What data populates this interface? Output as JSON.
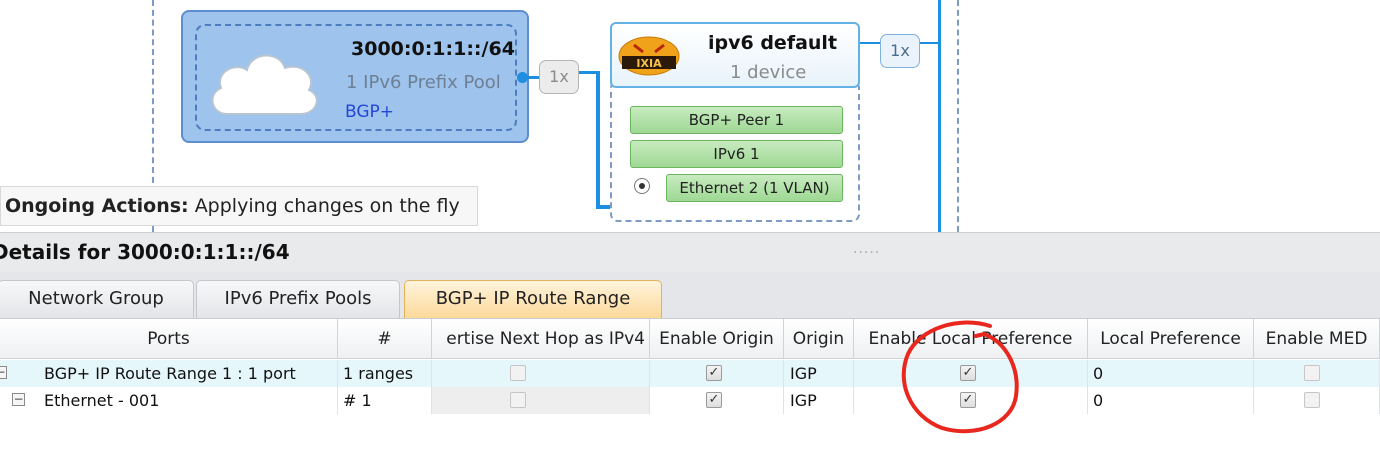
{
  "canvas": {
    "network_group": {
      "title": "3000:0:1:1::/64",
      "subtitle": "1 IPv6 Prefix Pool",
      "protocol": "BGP+",
      "multiplier": "1x",
      "icon": "cloud-icon"
    },
    "device_group": {
      "title": "ipv6 default",
      "subtitle": "1 device",
      "logo": "IXIA",
      "multiplier": "1x",
      "stacks": [
        "BGP+ Peer 1",
        "IPv6 1",
        "Ethernet 2 (1 VLAN)"
      ]
    }
  },
  "ongoing": {
    "label": "Ongoing Actions:",
    "text": "Applying changes on the fly"
  },
  "details": {
    "title": "Details for 3000:0:1:1::/64",
    "grip": "....."
  },
  "tabs": [
    {
      "label": "Network Group",
      "active": false
    },
    {
      "label": "IPv6 Prefix Pools",
      "active": false
    },
    {
      "label": "BGP+ IP Route Range",
      "active": true
    }
  ],
  "grid": {
    "columns": [
      "Ports",
      "#",
      "ertise Next Hop as IPv4",
      "Enable Origin",
      "Origin",
      "Enable Local Preference",
      "Local Preference",
      "Enable MED"
    ],
    "rows": [
      {
        "expander": "−",
        "ports": "BGP+ IP Route Range 1 : 1 port",
        "count": "1 ranges",
        "advertise_next_hop_ipv4": false,
        "enable_origin": true,
        "origin": "IGP",
        "enable_local_preference": true,
        "local_preference": "0",
        "enable_med": false
      },
      {
        "expander": "−",
        "ports": "Ethernet - 001",
        "count": "# 1",
        "advertise_next_hop_ipv4": false,
        "enable_origin": true,
        "origin": "IGP",
        "enable_local_preference": true,
        "local_preference": "0",
        "enable_med": false
      }
    ]
  },
  "colors": {
    "network_group_fill": "#9ec3ec",
    "wire": "#1e8fe0",
    "stack_green": "#9ed894",
    "active_tab": "#fbd99a",
    "annotation": "#e8281e"
  },
  "check_glyph": "✓"
}
